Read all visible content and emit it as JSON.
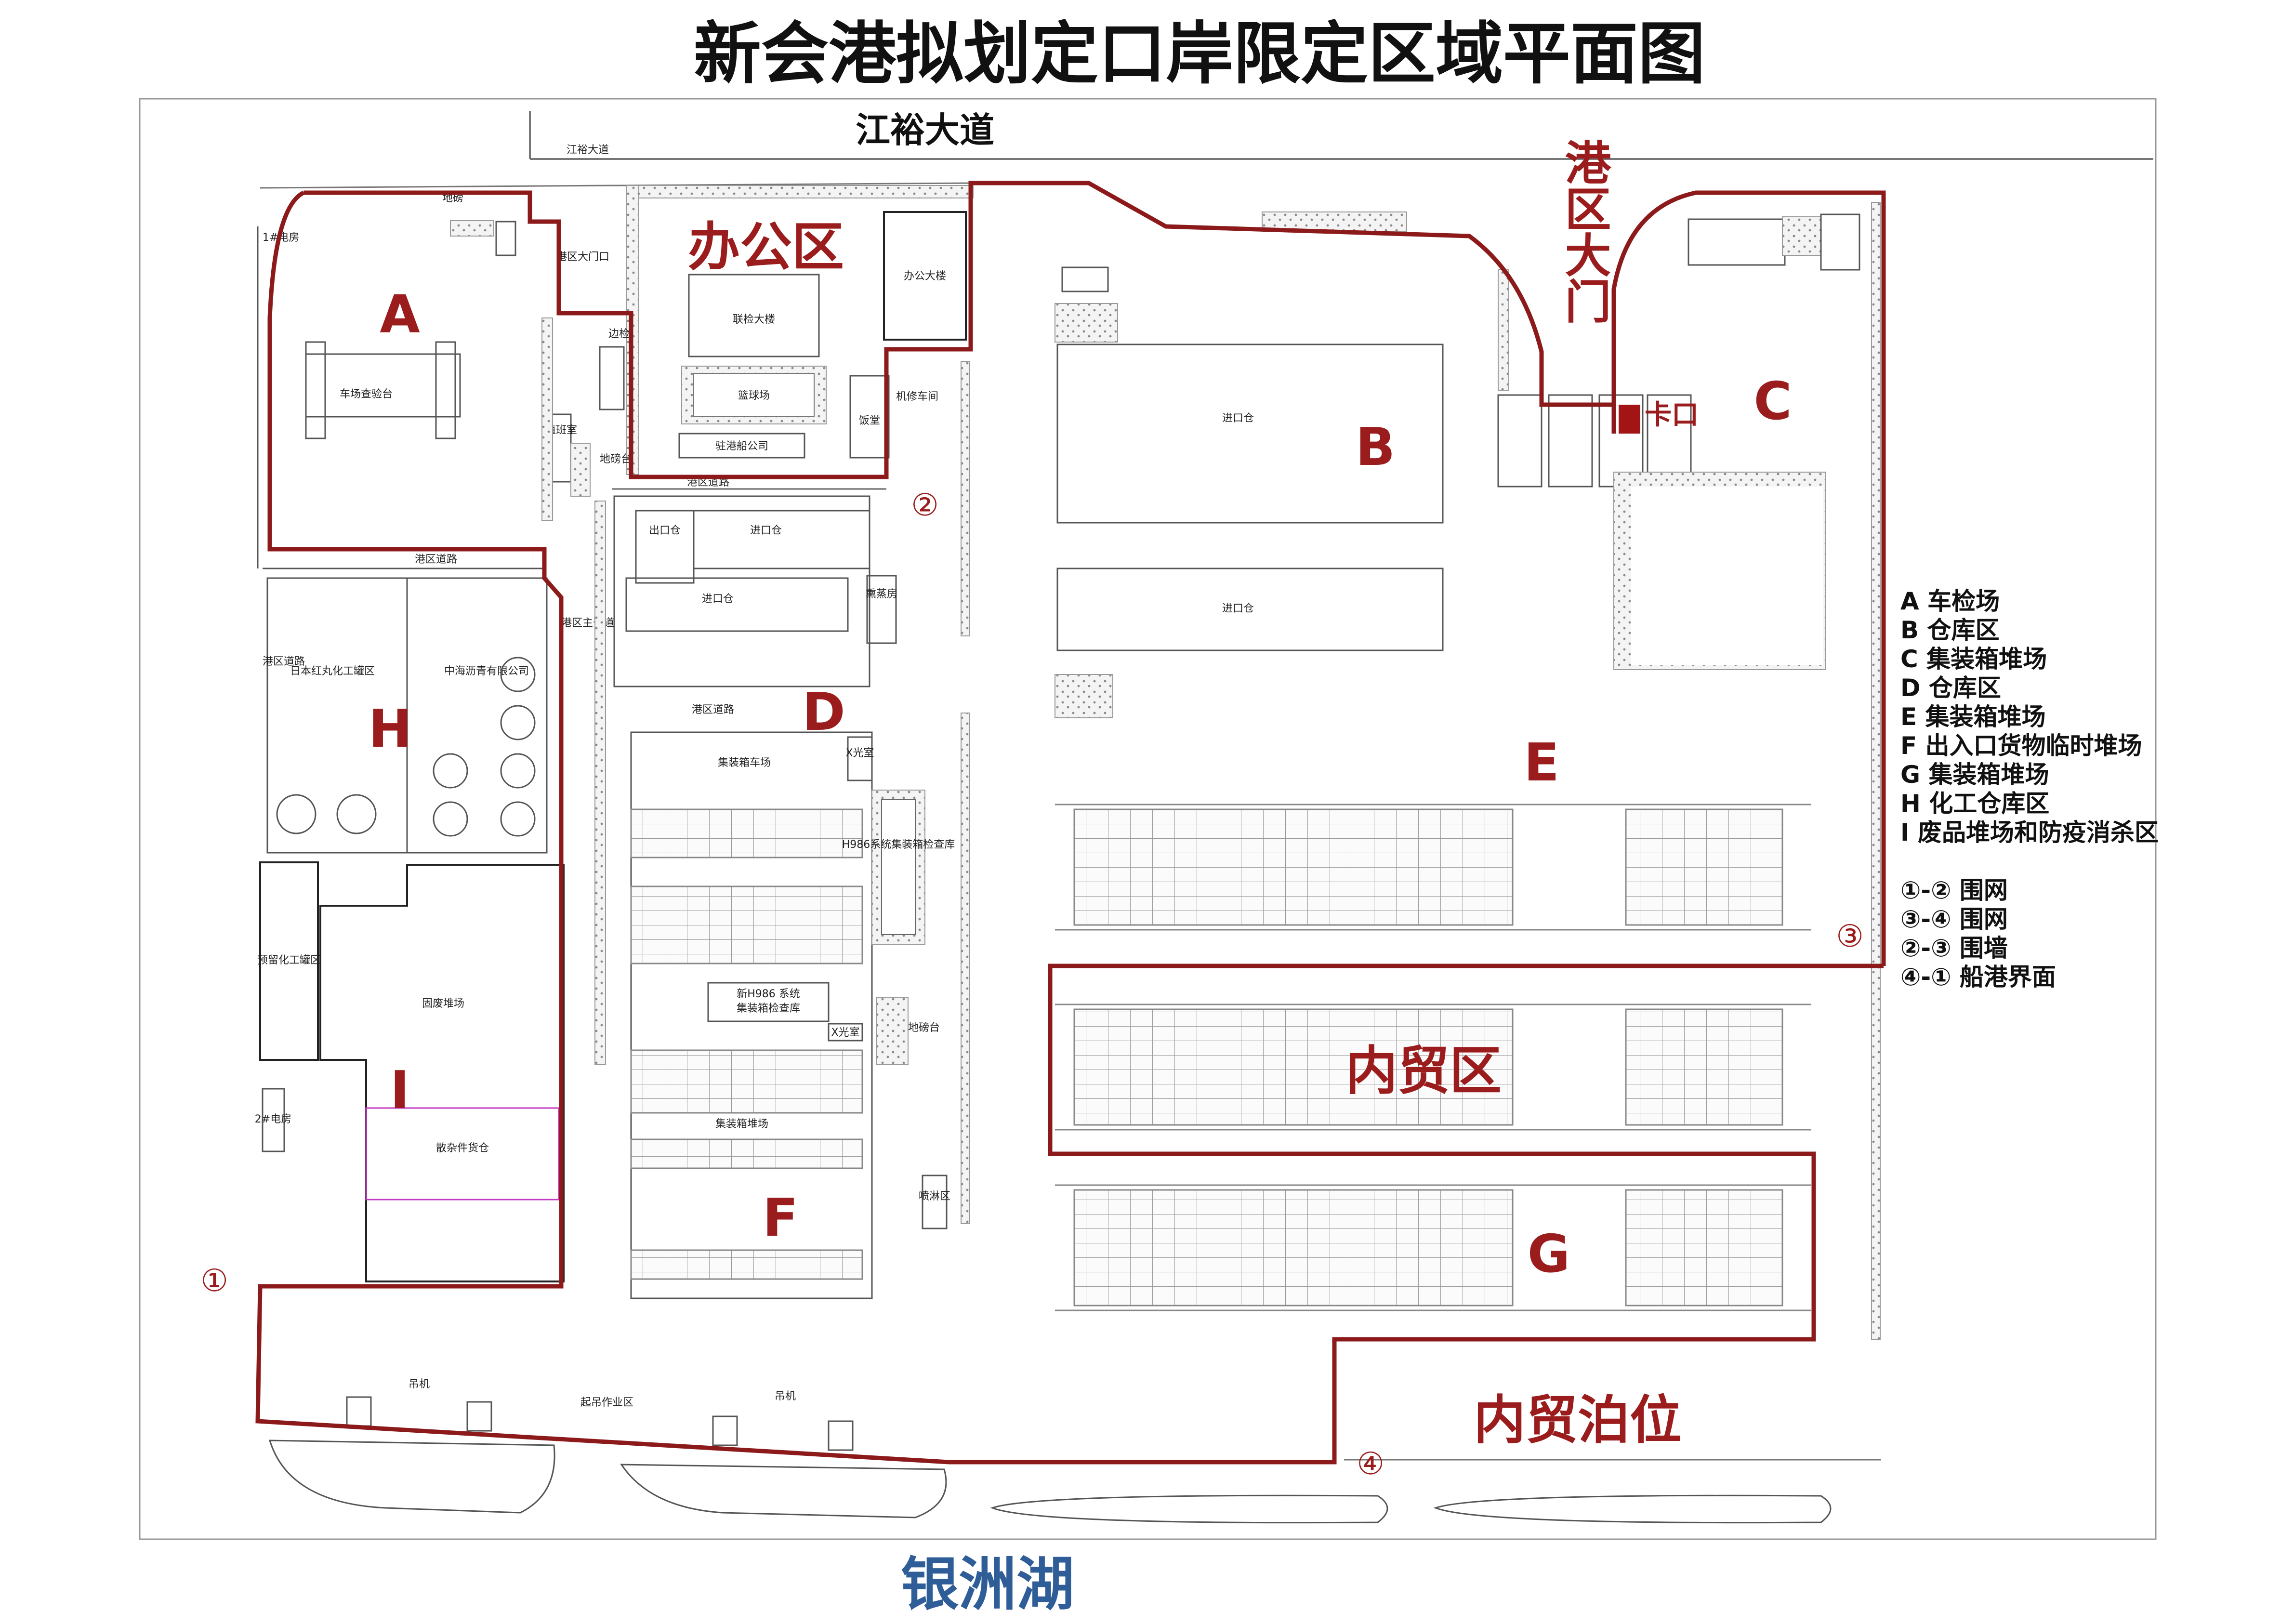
{
  "title": "新会港拟划定口岸限定区域平面图",
  "road_main": "江裕大道",
  "lake": "银洲湖",
  "zones": {
    "office": "办公区",
    "gate": "港区大门",
    "checkpoint": "卡口",
    "domestic_zone": "内贸区",
    "domestic_berth": "内贸泊位",
    "A": "A",
    "B": "B",
    "C": "C",
    "D": "D",
    "E": "E",
    "F": "F",
    "G": "G",
    "H": "H",
    "I": "I"
  },
  "markers": {
    "m1": "①",
    "m2": "②",
    "m3": "③",
    "m4": "④"
  },
  "small_labels": {
    "jiangyu_small": "江裕大道",
    "weighbridge_top": "地磅",
    "power_room1": "1#电房",
    "gate_entry": "港区大门口",
    "border_check": "边检",
    "joint_building": "联检大楼",
    "office_building": "办公大楼",
    "basketball": "篮球场",
    "resident_office": "驻港船公司",
    "canteen": "饭堂",
    "repair_shop": "机修车间",
    "vehicle_inspection": "车场查验台",
    "guard_room": "值班室",
    "weighbridge_stand": "地磅台",
    "port_road1": "港区道路",
    "port_road2": "港区道路",
    "port_road3": "港区道路",
    "port_road_left": "港区道路",
    "main_road": "港区主干道",
    "export_wh": "出口仓",
    "import_wh1": "进口仓",
    "import_wh2": "进口仓",
    "fumigation": "熏蒸房",
    "import_wh_b1": "进口仓",
    "import_wh_b2": "进口仓",
    "japan_chem": "日本红丸化工罐区",
    "zhonghai": "中海沥青有限公司",
    "container_truck_yard": "集装箱车场",
    "xray1": "X光室",
    "h986": "H986系统集装箱检查库",
    "new_h986_1": "新H986 系统",
    "new_h986_2": "集装箱检查库",
    "xray2": "X光室",
    "container_yard": "集装箱堆场",
    "weighbridge2": "地磅台",
    "spray": "喷淋区",
    "reserved_chem": "预留化工罐区",
    "solid_waste": "固废堆场",
    "power_room2": "2#电房",
    "bulk_wh": "散杂件货仓",
    "crane1": "吊机",
    "crane2": "吊机",
    "lifting_area": "起吊作业区"
  },
  "legend": [
    "A  车检场",
    "B  仓库区",
    "C  集装箱堆场",
    "D  仓库区",
    "E  集装箱堆场",
    "F  出入口货物临时堆场",
    "G  集装箱堆场",
    "H  化工仓库区",
    "I    废品堆场和防疫消杀区",
    "",
    "①-②  围网",
    "③-④  围网",
    "②-③  围墙",
    "④-①  船港界面"
  ],
  "colors": {
    "boundary": "#8c1a1a",
    "zone_label": "#9b1c1c",
    "lake": "#2f5d97",
    "bulk_wh_outline": "#c23cc2"
  }
}
